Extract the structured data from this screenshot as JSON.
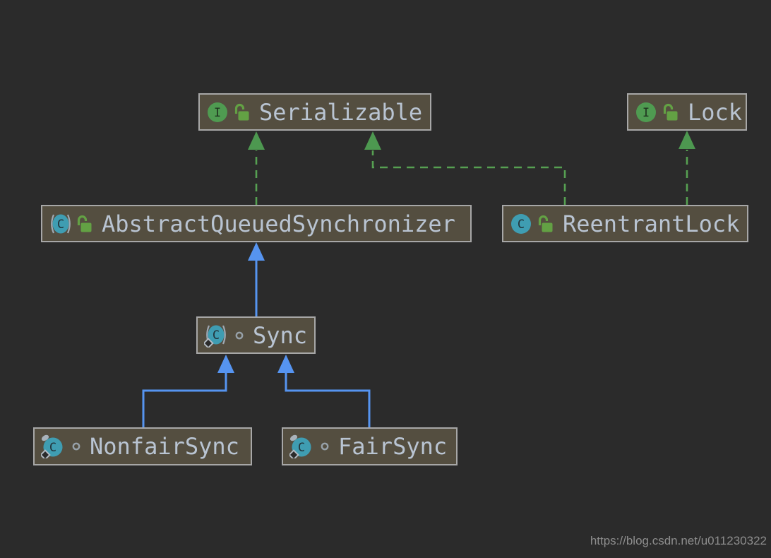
{
  "canvas": {
    "background": "#2b2b2b"
  },
  "watermark": "https://blog.csdn.net/u011230322",
  "icons": {
    "interface_letter": "I",
    "class_letter": "C"
  },
  "colors": {
    "node_fill": "#544e40",
    "node_border": "#a7a7a7",
    "label_text": "#b9c4d2",
    "implements_edge": "#56a052",
    "extends_edge": "#5694f0",
    "interface_icon": "#4f9b51",
    "class_icon": "#3f9db2",
    "public_lock_icon": "#63a144"
  },
  "diagram": {
    "nodes": [
      {
        "id": "serializable",
        "label": "Serializable",
        "kind": "interface",
        "visibility": "public"
      },
      {
        "id": "lock",
        "label": "Lock",
        "kind": "interface",
        "visibility": "public"
      },
      {
        "id": "aqs",
        "label": "AbstractQueuedSynchronizer",
        "kind": "abstract class",
        "visibility": "public"
      },
      {
        "id": "reentrantlock",
        "label": "ReentrantLock",
        "kind": "class",
        "visibility": "public"
      },
      {
        "id": "sync",
        "label": "Sync",
        "kind": "static abstract class",
        "visibility": "package-private"
      },
      {
        "id": "nonfairsync",
        "label": "NonfairSync",
        "kind": "static final class",
        "visibility": "package-private"
      },
      {
        "id": "fairsync",
        "label": "FairSync",
        "kind": "static final class",
        "visibility": "package-private"
      }
    ],
    "edges": [
      {
        "from": "AbstractQueuedSynchronizer",
        "to": "Serializable",
        "type": "implements"
      },
      {
        "from": "ReentrantLock",
        "to": "Serializable",
        "type": "implements"
      },
      {
        "from": "ReentrantLock",
        "to": "Lock",
        "type": "implements"
      },
      {
        "from": "Sync",
        "to": "AbstractQueuedSynchronizer",
        "type": "extends"
      },
      {
        "from": "NonfairSync",
        "to": "Sync",
        "type": "extends"
      },
      {
        "from": "FairSync",
        "to": "Sync",
        "type": "extends"
      }
    ]
  }
}
